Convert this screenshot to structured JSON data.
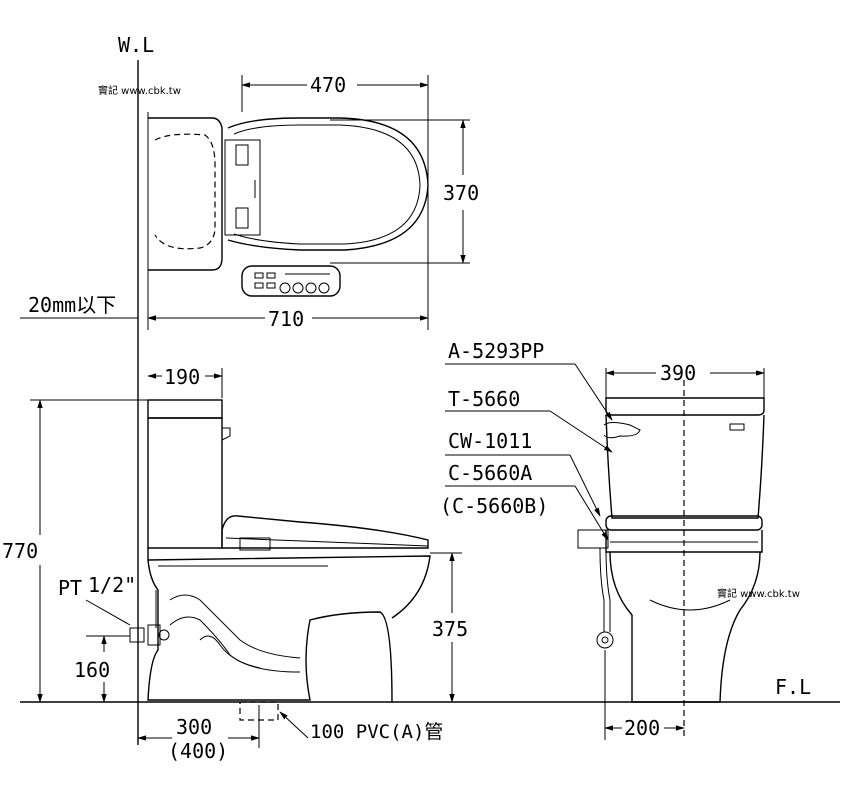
{
  "labels": {
    "wall_line": "W.L",
    "floor_line": "F.L",
    "watermark_top": "竇記 www.cbk.tw",
    "watermark_right": "竇記 www.cbk.tw",
    "wall_gap": "20mm以下",
    "drain": "100 PVC(A)管",
    "pipe_thread": "PT",
    "pipe_size": "1/2\""
  },
  "dimensions": {
    "seat_width": "470",
    "seat_depth": "370",
    "overall_depth": "710",
    "tank_depth": "190",
    "front_width": "390",
    "overall_height": "770",
    "seat_height": "375",
    "supply_height": "160",
    "rough_in": "300",
    "rough_in_alt": "(400)",
    "supply_offset": "200"
  },
  "parts": [
    "A-5293PP",
    "T-5660",
    "CW-1011",
    "C-5660A",
    "(C-5660B)"
  ]
}
